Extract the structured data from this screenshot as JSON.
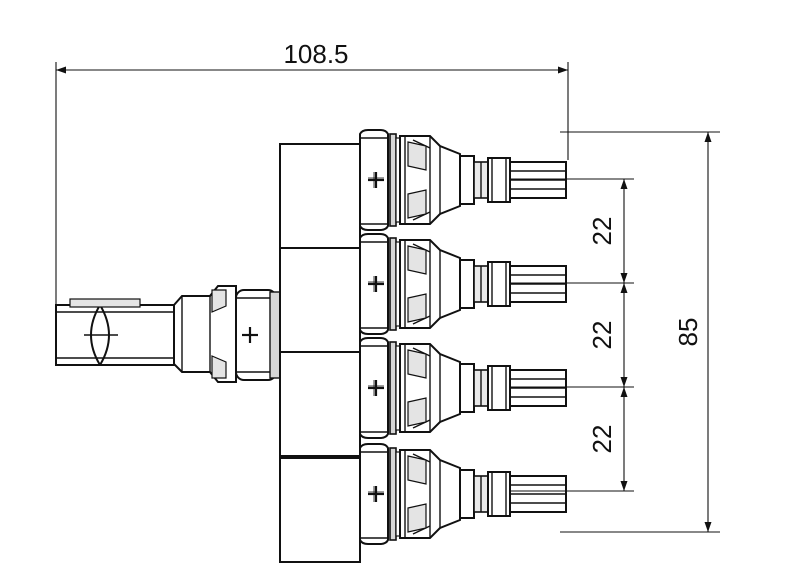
{
  "dimensions": {
    "overall_length": "108.5",
    "overall_height": "85",
    "pitch_1": "22",
    "pitch_2": "22",
    "pitch_3": "22"
  },
  "colors": {
    "line": "#111111",
    "body_fill": "#ffffff",
    "shade_fill": "#e9e9e9"
  }
}
